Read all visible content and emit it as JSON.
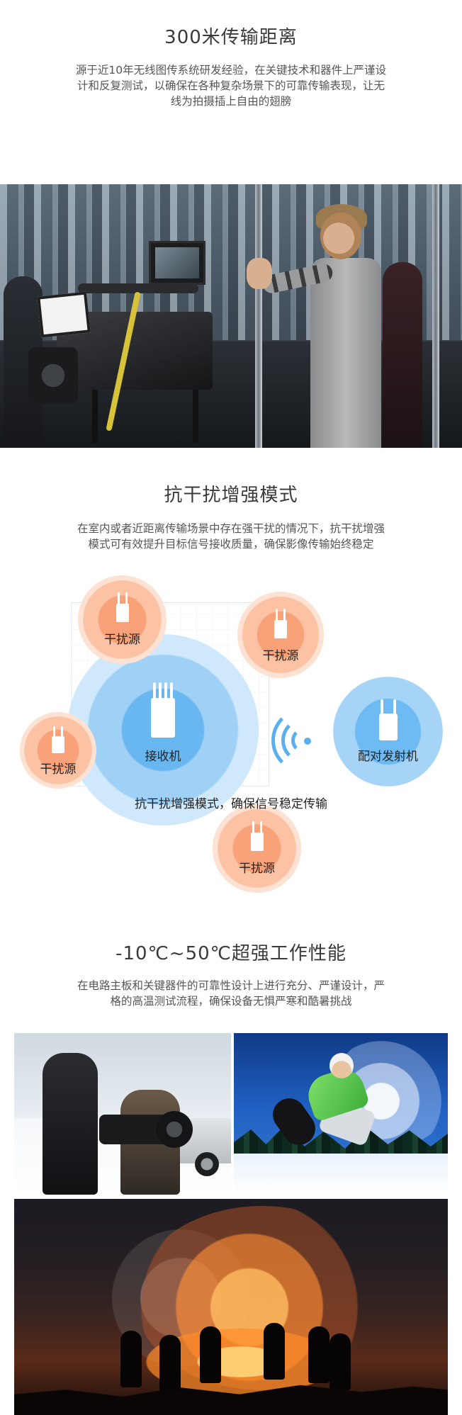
{
  "section1": {
    "title": "300米传输距离",
    "desc_line1": "源于近10年无线图传系统研发经验，在关键技术和器件上严谨设",
    "desc_line2": "计和反复测试，以确保在各种复杂场景下的可靠传输表现，让无",
    "desc_line3": "线为拍摄插上自由的翅膀"
  },
  "section2": {
    "title": "抗干扰增强模式",
    "desc_line1": "在室内或者近距离传输场景中存在强干扰的情况下，抗干扰增强",
    "desc_line2": "模式可有效提升目标信号接收质量，确保影像传输始终稳定"
  },
  "diagram": {
    "interference_1": "干扰源",
    "interference_2": "干扰源",
    "interference_3": "干扰源",
    "interference_4": "干扰源",
    "receiver": "接收机",
    "transmitter": "配对发射机",
    "caption": "抗干扰增强模式，确保信号稳定传输",
    "colors": {
      "orange": "#f27040",
      "blue": "#5ab0ee"
    }
  },
  "section3": {
    "title": "-10℃~50℃超强工作性能",
    "desc_line1": "在电路主板和关键器件的可靠性设计上进行充分、严谨设计，严",
    "desc_line2": "格的高温测试流程，确保设备无惧严寒和酷暑挑战"
  }
}
